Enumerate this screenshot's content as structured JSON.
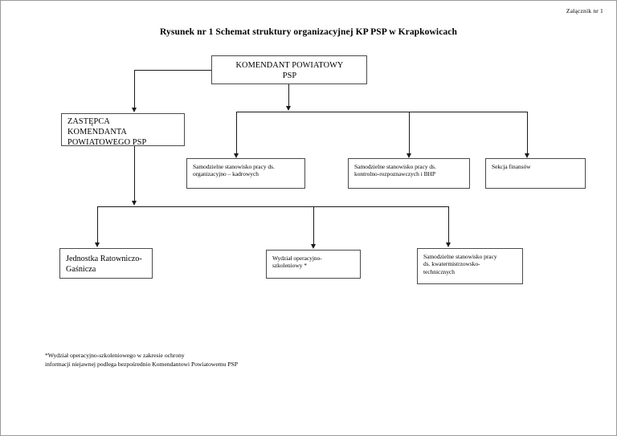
{
  "page": {
    "attachment_note": "Załącznik nr 1",
    "title": "Rysunek nr 1 Schemat struktury organizacyjnej KP PSP w Krapkowicach",
    "footnote": "*Wydział operacyjno-szkoleniowego  w zakresie ochrony\n informacji  niejawnej  podlega bezpośrednio Komendantowi  Powiatowemu PSP"
  },
  "colors": {
    "box_border": "#4a4a4a",
    "connector": "#1a1a1a",
    "page_background": "#ffffff",
    "text": "#000000"
  },
  "chart_data": {
    "type": "diagram",
    "title": "Rysunek nr 1 Schemat struktury organizacyjnej KP PSP w Krapkowicach",
    "nodes": [
      {
        "id": "commandant",
        "label": "KOMENDANT POWIATOWY\nPSP",
        "level": 0
      },
      {
        "id": "deputy",
        "label": "ZASTĘPCA\nKOMENDANTA\nPOWIATOWEGO  PSP",
        "level": 1
      },
      {
        "id": "org",
        "label": "Samodzielne stanowisko pracy ds.\norganizacyjno – kadrowych",
        "level": 2
      },
      {
        "id": "control",
        "label": "Samodzielne stanowisko pracy ds.\nkontrolno-rozpoznawczych i BHP",
        "level": 2
      },
      {
        "id": "finance",
        "label": "Sekcja finansów",
        "level": 2
      },
      {
        "id": "jrg",
        "label": "Jednostka Ratowniczo-\nGaśnicza",
        "level": 3
      },
      {
        "id": "operational",
        "label": "Wydział operacyjno-\nszkoleniowy *",
        "level": 3
      },
      {
        "id": "quarter",
        "label": "Samodzielne stanowisko pracy\nds. kwatermistrzowsko-\ntechnicznych",
        "level": 3
      }
    ],
    "edges": [
      {
        "from": "commandant",
        "to": "deputy"
      },
      {
        "from": "commandant",
        "to": "org"
      },
      {
        "from": "commandant",
        "to": "control"
      },
      {
        "from": "commandant",
        "to": "finance"
      },
      {
        "from": "deputy",
        "to": "jrg"
      },
      {
        "from": "deputy",
        "to": "operational"
      },
      {
        "from": "deputy",
        "to": "quarter"
      }
    ]
  }
}
